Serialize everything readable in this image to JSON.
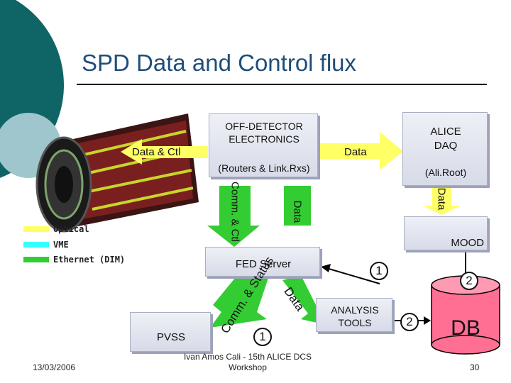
{
  "slide": {
    "title": "SPD Data and Control flux",
    "date": "13/03/2006",
    "footer": "Ivan Amos Cali - 15th ALICE DCS Workshop",
    "page_number": "30"
  },
  "nodes": {
    "off_detector": {
      "line1": "OFF-DETECTOR",
      "line2": "ELECTRONICS",
      "sub": "(Routers & Link.Rxs)"
    },
    "alice_daq": {
      "line1": "ALICE",
      "line2": "DAQ",
      "sub": "(Ali.Root)"
    },
    "mood": "MOOD",
    "fed_server": "FED Server",
    "pvss": "PVSS",
    "analysis_tools": {
      "line1": "ANALYSIS",
      "line2": "TOOLS"
    },
    "db": "DB"
  },
  "edges": {
    "data_ctl": "Data & Ctl",
    "data_top": "Data",
    "comm_ctl": "Comm. & Ctl",
    "data_mid": "Data",
    "data_right": "Data",
    "comm_status": "Comm. & Status",
    "data_lower": "Data"
  },
  "markers": {
    "one": "1",
    "two": "2"
  },
  "legend": {
    "items": [
      {
        "label": "Optical",
        "color": "#ffff66"
      },
      {
        "label": "VME",
        "color": "#33ffff"
      },
      {
        "label": "Ethernet (DIM)",
        "color": "#33cc33"
      }
    ]
  },
  "colors": {
    "arrow_green": "#33cc33",
    "db_pink": "#ff6f93",
    "title_blue": "#1f4e79"
  }
}
